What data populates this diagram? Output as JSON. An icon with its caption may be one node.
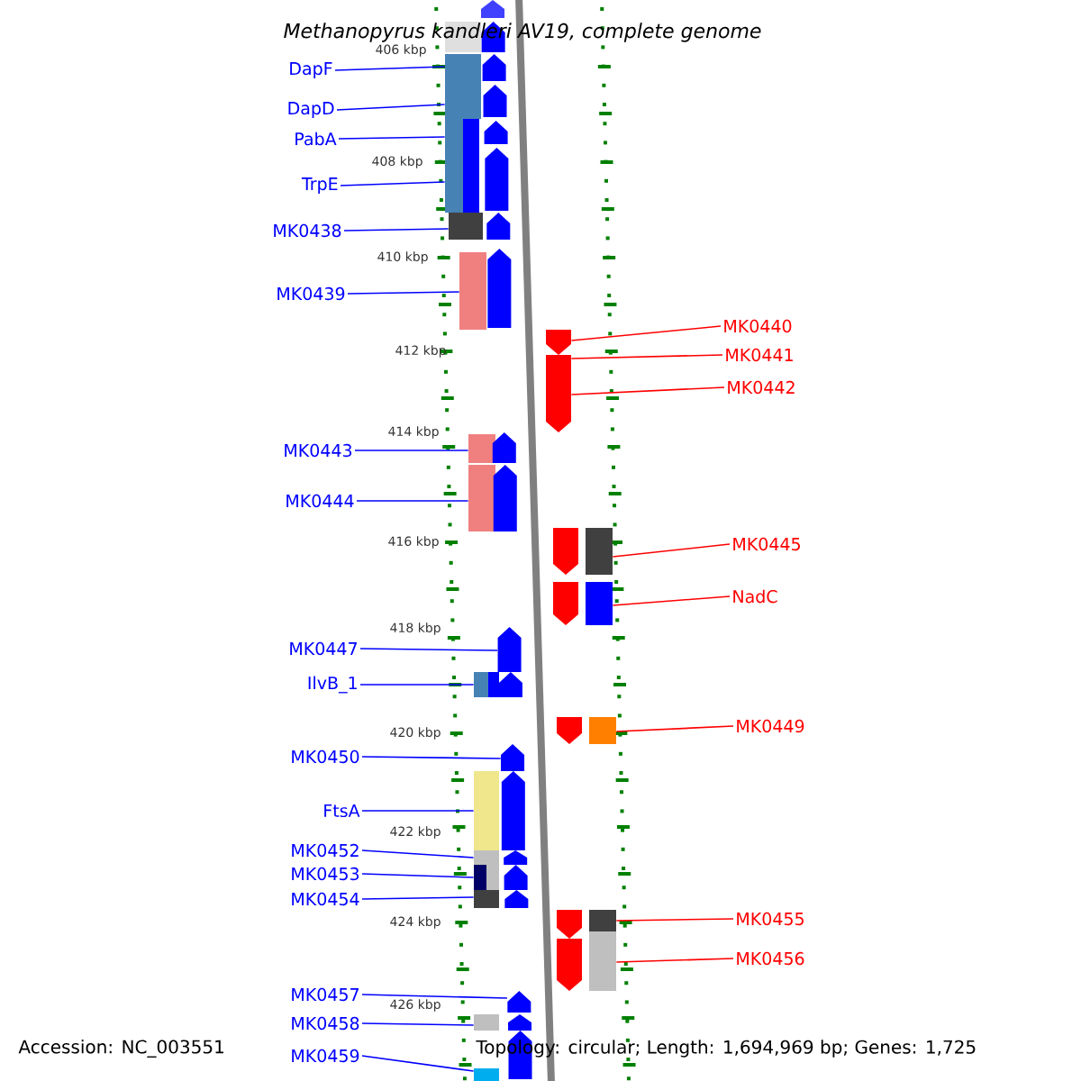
{
  "diagram": {
    "title": "Methanopyrus kandleri AV19, complete genome",
    "nodes": [
      {
        "text": [
          "DapF"
        ]
      },
      {
        "text": [
          "DapD"
        ]
      },
      {
        "text": [
          "PabA"
        ]
      },
      {
        "text": [
          "TrpE"
        ]
      },
      {
        "text": [
          "MK0438"
        ]
      },
      {
        "text": [
          "MK0439"
        ]
      },
      {
        "text": [
          "MK0443"
        ]
      },
      {
        "text": [
          "MK0444"
        ]
      },
      {
        "text": [
          "MK0447"
        ]
      },
      {
        "text": [
          "IlvB_1"
        ]
      },
      {
        "text": [
          "MK0450"
        ]
      },
      {
        "text": [
          "FtsA"
        ]
      },
      {
        "text": [
          "MK0452"
        ]
      },
      {
        "text": [
          "MK0453"
        ]
      },
      {
        "text": [
          "MK0454"
        ]
      },
      {
        "text": [
          "MK0457"
        ]
      },
      {
        "text": [
          "MK0458"
        ]
      },
      {
        "text": [
          "MK0459"
        ]
      },
      {
        "text": [
          "MK0440"
        ]
      },
      {
        "text": [
          "MK0441"
        ]
      },
      {
        "text": [
          "MK0442"
        ]
      },
      {
        "text": [
          "MK0445"
        ]
      },
      {
        "text": [
          "NadC"
        ]
      },
      {
        "text": [
          "MK0449"
        ]
      },
      {
        "text": [
          "MK0455"
        ]
      },
      {
        "text": [
          "MK0456"
        ]
      },
      {
        "text": [],
        "shape": "box"
      },
      {
        "text": [],
        "shape": "box"
      },
      {
        "text": [],
        "shape": "box"
      },
      {
        "text": [],
        "shape": "box"
      },
      {
        "text": [],
        "shape": "box"
      },
      {
        "text": [],
        "shape": "box"
      },
      {
        "text": [],
        "shape": "box"
      },
      {
        "text": [],
        "shape": "box"
      },
      {
        "text": [],
        "shape": "box"
      },
      {
        "text": [],
        "shape": "box"
      },
      {
        "text": [],
        "shape": "box"
      },
      {
        "text": [],
        "shape": "box"
      },
      {
        "text": [],
        "shape": "box"
      },
      {
        "text": [],
        "shape": "box"
      },
      {
        "text": [],
        "shape": "box"
      },
      {
        "text": [],
        "shape": "box"
      },
      {
        "text": [],
        "shape": "box"
      },
      {
        "text": [],
        "shape": "box"
      },
      {
        "text": [],
        "shape": "box"
      },
      {
        "text": [],
        "shape": "box"
      },
      {
        "text": [],
        "shape": "box"
      },
      {
        "text": [],
        "shape": "box"
      },
      {
        "text": [],
        "shape": "box"
      },
      {
        "text": [],
        "shape": "box"
      },
      {
        "text": [],
        "shape": "pentagon"
      },
      {
        "text": [],
        "shape": "pentagon"
      },
      {
        "text": [],
        "shape": "pentagon"
      },
      {
        "text": [],
        "shape": "pentagon"
      },
      {
        "text": [],
        "shape": "pentagon"
      },
      {
        "text": [],
        "shape": "pentagon"
      },
      {
        "text": [],
        "shape": "pentagon"
      },
      {
        "text": [],
        "shape": "pentagon"
      },
      {
        "text": [],
        "shape": "pentagon"
      },
      {
        "text": [],
        "shape": "pentagon"
      },
      {
        "text": [],
        "shape": "pentagon"
      },
      {
        "text": [],
        "shape": "pentagon"
      },
      {
        "text": [],
        "shape": "pentagon"
      },
      {
        "text": [],
        "shape": "pentagon"
      },
      {
        "text": [],
        "shape": "pentagon"
      },
      {
        "text": [],
        "shape": "pentagon"
      },
      {
        "text": [],
        "shape": "pentagon"
      },
      {
        "text": [],
        "shape": "pentagon"
      },
      {
        "text": [],
        "shape": "pentagon"
      },
      {
        "text": [],
        "shape": "pentagon"
      },
      {
        "text": [],
        "shape": "pentagon"
      },
      {
        "text": [],
        "shape": "pentagon"
      },
      {
        "text": [],
        "shape": "pentagon"
      },
      {
        "text": [],
        "shape": "pentagon"
      },
      {
        "text": [],
        "shape": "pentagon"
      },
      {
        "text": [],
        "shape": "pentagon"
      },
      {
        "text": [],
        "shape": "pentagon"
      }
    ],
    "edges": [
      {
        "from": 0,
        "to": 27,
        "arrow": "none"
      },
      {
        "from": 1,
        "to": 28,
        "arrow": "none"
      },
      {
        "from": 2,
        "to": 29,
        "arrow": "none"
      },
      {
        "from": 3,
        "to": 31,
        "arrow": "none"
      },
      {
        "from": 4,
        "to": 32,
        "arrow": "none"
      },
      {
        "from": 5,
        "to": 33,
        "arrow": "none"
      },
      {
        "from": 6,
        "to": 34,
        "arrow": "none"
      },
      {
        "from": 7,
        "to": 35,
        "arrow": "none"
      },
      {
        "from": 8,
        "to": 60,
        "arrow": "none"
      },
      {
        "from": 9,
        "to": 36,
        "arrow": "none"
      },
      {
        "from": 10,
        "to": 62,
        "arrow": "none"
      },
      {
        "from": 11,
        "to": 38,
        "arrow": "none"
      },
      {
        "from": 12,
        "to": 39,
        "arrow": "none"
      },
      {
        "from": 13,
        "to": 40,
        "arrow": "none"
      },
      {
        "from": 14,
        "to": 42,
        "arrow": "none"
      },
      {
        "from": 15,
        "to": 67,
        "arrow": "none"
      },
      {
        "from": 16,
        "to": 43,
        "arrow": "none"
      },
      {
        "from": 17,
        "to": 44,
        "arrow": "none"
      },
      {
        "from": 18,
        "to": 70,
        "arrow": "none",
        "color": "#ff0000"
      },
      {
        "from": 19,
        "to": 71,
        "arrow": "none",
        "color": "#ff0000"
      },
      {
        "from": 20,
        "to": 71,
        "arrow": "none",
        "color": "#ff0000"
      },
      {
        "from": 21,
        "to": 45,
        "arrow": "none",
        "color": "#ff0000"
      },
      {
        "from": 22,
        "to": 46,
        "arrow": "none",
        "color": "#ff0000"
      },
      {
        "from": 23,
        "to": 47,
        "arrow": "none",
        "color": "#ff0000"
      },
      {
        "from": 24,
        "to": 48,
        "arrow": "none",
        "color": "#ff0000"
      },
      {
        "from": 25,
        "to": 49,
        "arrow": "none",
        "color": "#ff0000"
      }
    ],
    "labels": [
      "406 kbp",
      "408 kbp",
      "410 kbp",
      "412 kbp",
      "414 kbp",
      "416 kbp",
      "418 kbp",
      "420 kbp",
      "422 kbp",
      "424 kbp",
      "426 kbp",
      "Accession: NC_003551",
      "Topology: circular; Length: 1,694,969 bp; Genes: 1,725"
    ]
  }
}
